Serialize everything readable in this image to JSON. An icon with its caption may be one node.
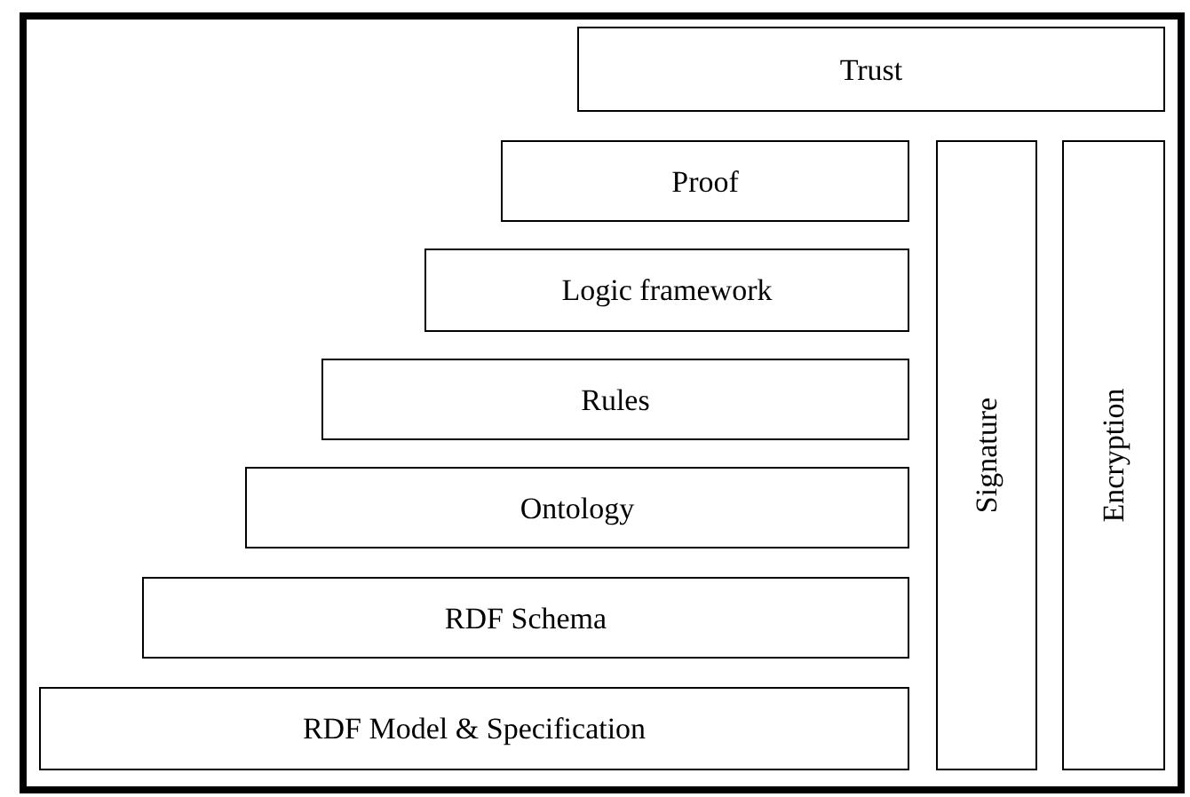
{
  "diagram": {
    "nodes": [
      {
        "text": [
          "Trust"
        ]
      },
      {
        "text": [
          "Proof"
        ]
      },
      {
        "text": [
          "Logic framework"
        ]
      },
      {
        "text": [
          "Rules"
        ]
      },
      {
        "text": [
          "Ontology"
        ]
      },
      {
        "text": [
          "RDF Schema"
        ]
      },
      {
        "text": [
          "RDF Model & Specification"
        ]
      },
      {
        "text": [
          "Signature"
        ]
      },
      {
        "text": [
          "Encryption"
        ]
      }
    ]
  }
}
